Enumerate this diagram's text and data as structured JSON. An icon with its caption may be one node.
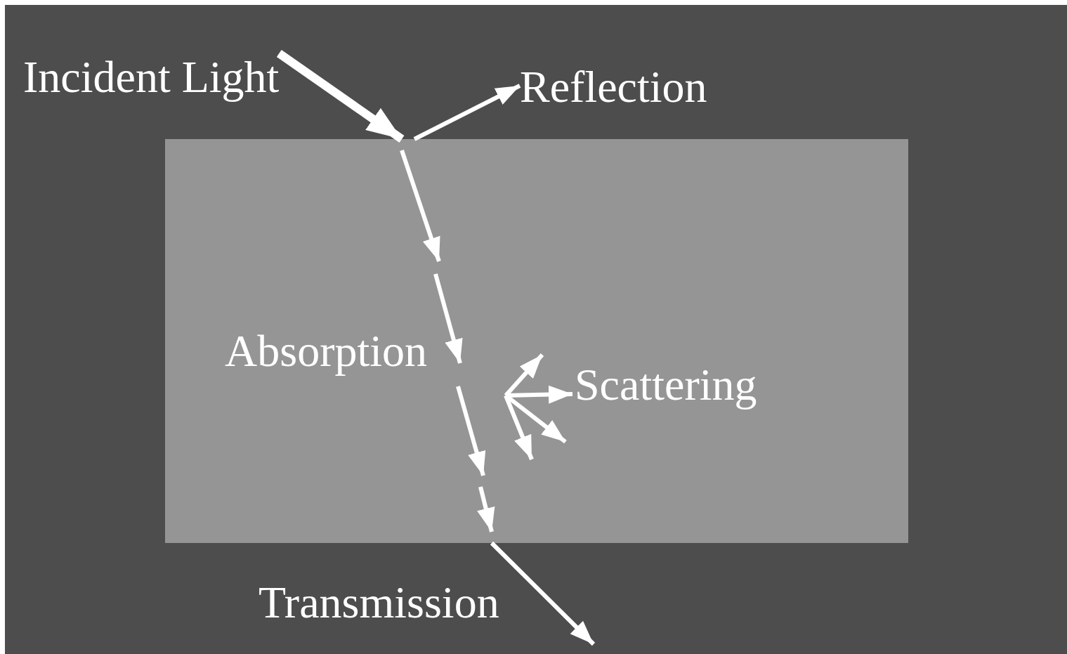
{
  "diagram": {
    "nodes": [
      {
        "text": [
          "Absorption",
          "Scattering"
        ]
      },
      {
        "text": [
          "Incident Light"
        ]
      },
      {
        "text": [
          "Reflection"
        ]
      }
    ],
    "edges": [
      {
        "from": 1,
        "to": 0,
        "arrow": "to",
        "style": "thick"
      },
      {
        "from": 0,
        "to": 2,
        "arrow": "to"
      },
      {
        "from": 0,
        "to": null,
        "arrow": "to"
      }
    ],
    "labels": [
      "Transmission"
    ]
  }
}
